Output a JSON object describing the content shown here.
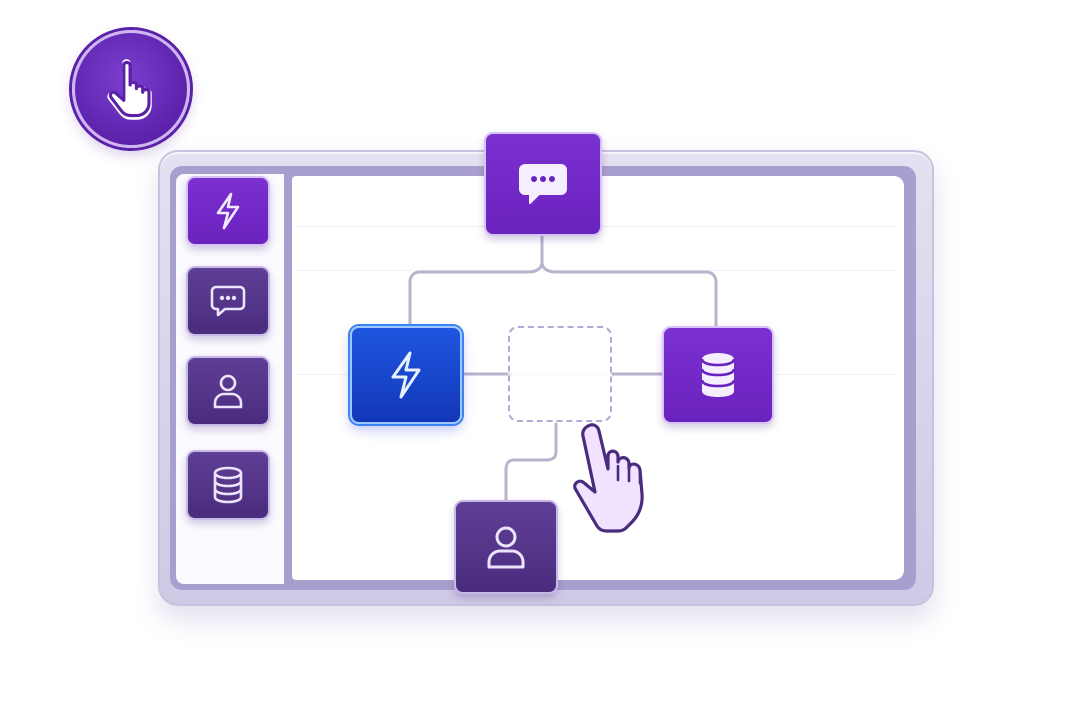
{
  "colors": {
    "accent_purple": "#6a22be",
    "dark_purple": "#4a2c7e",
    "accent_blue": "#1f56e0",
    "frame": "#cfc9e6"
  },
  "badge": {
    "icon": "pointer-hand-icon"
  },
  "sidebar": {
    "items": [
      {
        "icon": "lightning-icon",
        "state": "selected"
      },
      {
        "icon": "chat-bubble-icon"
      },
      {
        "icon": "user-icon"
      },
      {
        "icon": "database-icon"
      }
    ]
  },
  "canvas": {
    "nodes": [
      {
        "id": "top",
        "icon": "chat-bubble-icon",
        "style": "bright-purple"
      },
      {
        "id": "left",
        "icon": "lightning-icon",
        "style": "blue-selected"
      },
      {
        "id": "right",
        "icon": "database-icon",
        "style": "bright-purple"
      },
      {
        "id": "bottom",
        "icon": "user-icon",
        "style": "dark-purple"
      },
      {
        "id": "center",
        "icon": "none",
        "style": "empty-drop-zone"
      }
    ],
    "cursor": {
      "icon": "hand-pointer-cursor-icon",
      "action": "drag"
    }
  }
}
